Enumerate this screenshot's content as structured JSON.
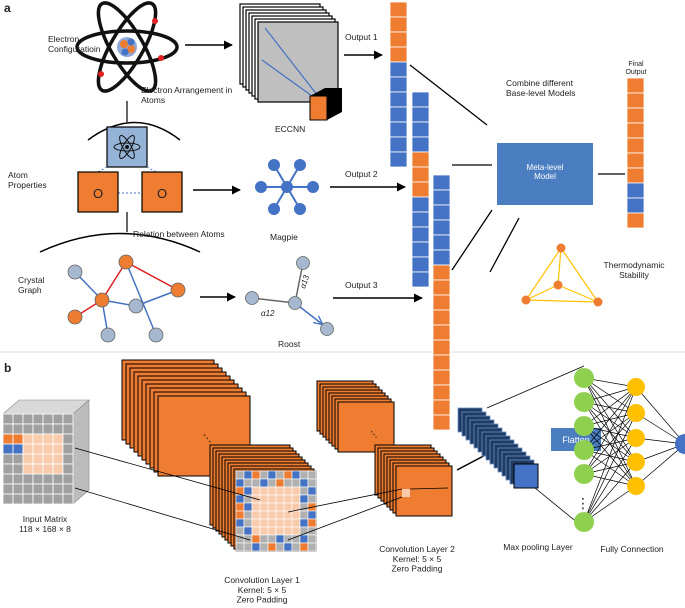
{
  "panels": {
    "a": "a",
    "b": "b"
  },
  "colors": {
    "orange": "#ee7c31",
    "blue": "#4472c4",
    "dark_blue": "#1f3b63",
    "green": "#8fd14f",
    "yellow": "#ffc000",
    "peach": "#f9cbad",
    "gray": "#a0a0a0",
    "node_gray": "#a6b8d0",
    "red_edge": "#e02020",
    "box_blue": "#4a7ec0",
    "black": "#000000"
  },
  "panel_a": {
    "electron_config": "Electron\nConfiguratioin",
    "electron_arrangement": "Electron Arrangement in\nAtoms",
    "eccnn": "ECCNN",
    "output1": "Output 1",
    "output2": "Output 2",
    "output3": "Output 3",
    "atom_properties": "Atom\nProperties",
    "atom_o_left": "O",
    "atom_o_right": "O",
    "magpie": "Magpie",
    "relation": "Relation between Atoms",
    "crystal_graph": "Crystal\nGraph",
    "roost": "Roost",
    "alpha13": "α13",
    "alpha12": "α12",
    "combine": "Combine different\nBase-level Models",
    "meta": "Meta-level\nModel",
    "final_output": "Final\nOutput",
    "thermo": "Thermodynamic\nStability"
  },
  "panel_b": {
    "input_matrix": "Input Matrix\n118 × 168 × 8",
    "conv1": "Convolution Layer 1\nKernel: 5 × 5\nZero Padding",
    "conv2": "Convolution Layer 2\nKernel: 5 × 5\nZero Padding",
    "maxpool": "Max pooling Layer",
    "flatten": "Flatten",
    "fully": "Fully Connection",
    "ellipsis": "⋮"
  }
}
